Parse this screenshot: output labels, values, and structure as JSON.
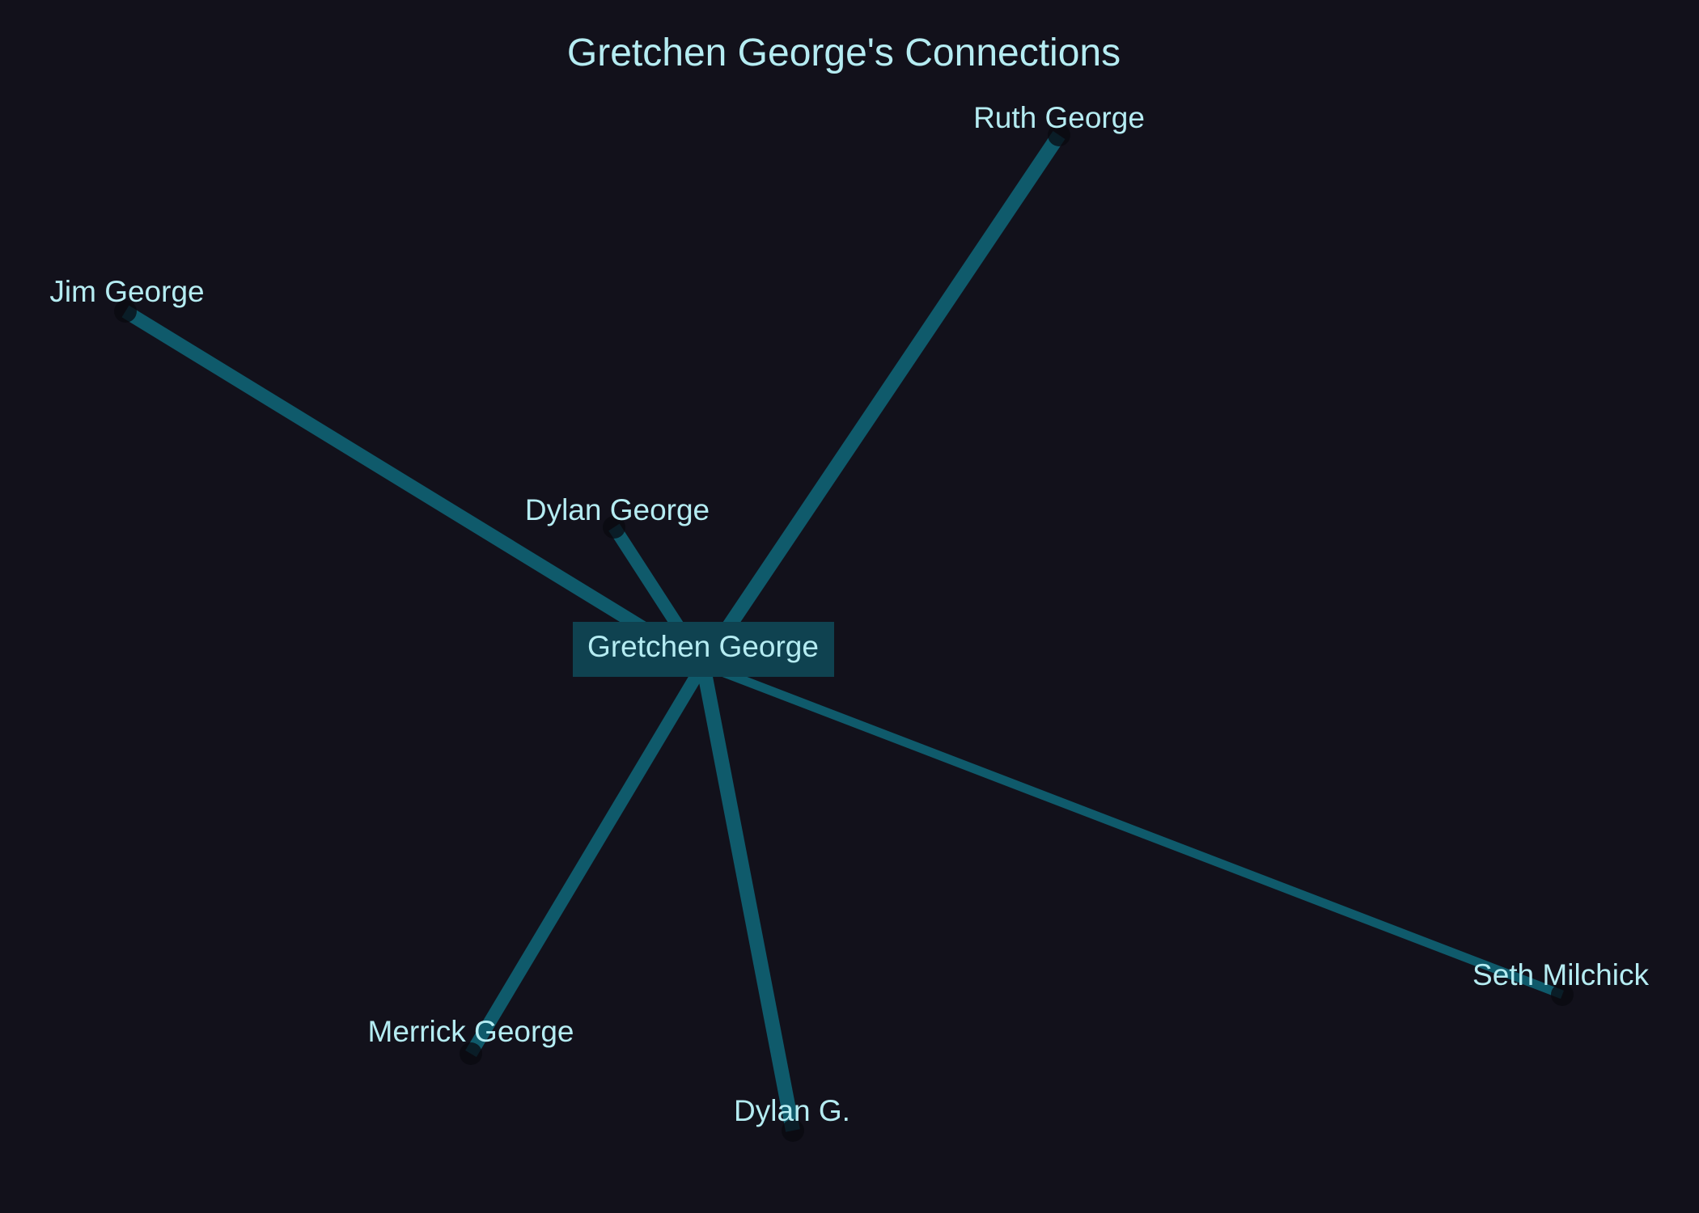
{
  "title": "Gretchen George's Connections",
  "colors": {
    "background": "#12111b",
    "edge": "#0f5a6b",
    "edge_overlap": "#0b3c4a",
    "center_box": "#0f4250",
    "text": "#b5ecf2",
    "node": "#0a0a10"
  },
  "center": {
    "name": "Gretchen George"
  },
  "connections": [
    {
      "id": "ruth",
      "name": "Ruth George"
    },
    {
      "id": "jim",
      "name": "Jim George"
    },
    {
      "id": "dylan-george",
      "name": "Dylan George"
    },
    {
      "id": "seth",
      "name": "Seth Milchick"
    },
    {
      "id": "merrick",
      "name": "Merrick George"
    },
    {
      "id": "dylan-g",
      "name": "Dylan G."
    }
  ]
}
